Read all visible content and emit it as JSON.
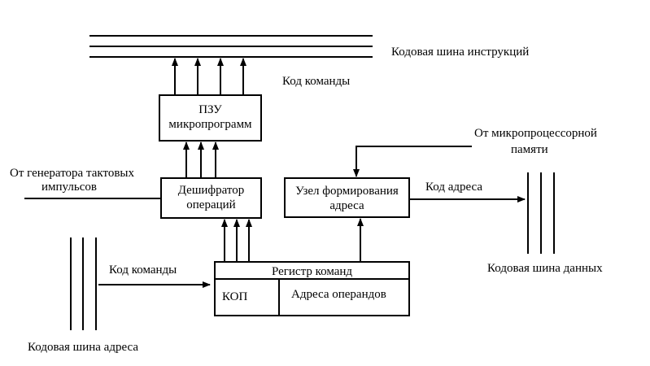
{
  "labels": {
    "instruction_bus": "Кодовая шина инструкций",
    "command_code_top": "Код команды",
    "rom_line1": "ПЗУ",
    "rom_line2": "микропрограмм",
    "from_mp_memory_line1": "От микропроцессорной",
    "from_mp_memory_line2": "памяти",
    "from_clock_line1": "От генератора тактовых",
    "from_clock_line2": "импульсов",
    "decoder_line1": "Дешифратор",
    "decoder_line2": "операций",
    "addr_unit_line1": "Узел формирования",
    "addr_unit_line2": "адреса",
    "address_code": "Код адреса",
    "command_code_left": "Код команды",
    "command_register": "Регистр команд",
    "opcode": "КОП",
    "operand_addresses": "Адреса операндов",
    "data_bus": "Кодовая шина данных",
    "address_bus": "Кодовая шина адреса"
  }
}
